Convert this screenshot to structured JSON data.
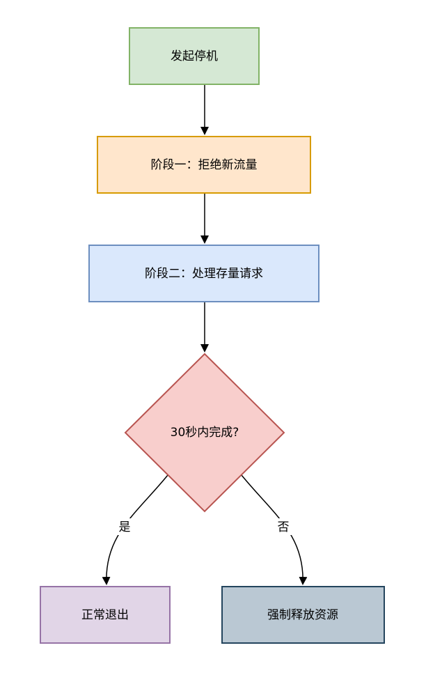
{
  "nodes": {
    "start": {
      "label": "发起停机",
      "fill": "#d5e8d4",
      "stroke": "#82b366"
    },
    "phase1": {
      "label": "阶段一：拒绝新流量",
      "fill": "#ffe6cc",
      "stroke": "#d79b00"
    },
    "phase2": {
      "label": "阶段二：处理存量请求",
      "fill": "#dae8fc",
      "stroke": "#6c8ebf"
    },
    "decision": {
      "label": "30秒内完成?",
      "fill": "#f8cecc",
      "stroke": "#b85450"
    },
    "normal_exit": {
      "label": "正常退出",
      "fill": "#e1d5e7",
      "stroke": "#9673a6"
    },
    "force_release": {
      "label": "强制释放资源",
      "fill": "#bac8d3",
      "stroke": "#23445d"
    }
  },
  "edges": {
    "yes_label": "是",
    "no_label": "否",
    "color": "#000000"
  }
}
